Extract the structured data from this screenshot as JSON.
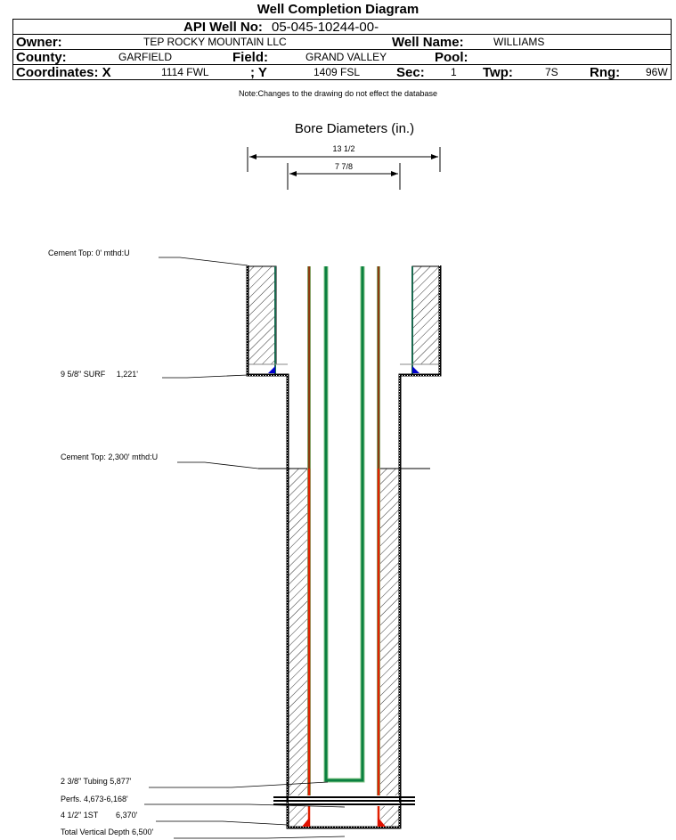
{
  "title": "Well Completion Diagram",
  "header": {
    "api_label": "API Well No:",
    "api_value": "05-045-10244-00-",
    "owner_label": "Owner:",
    "owner_value": "TEP ROCKY MOUNTAIN LLC",
    "well_name_label": "Well Name:",
    "well_name_value": "WILLIAMS",
    "county_label": "County:",
    "county_value": "GARFIELD",
    "field_label": "Field:",
    "field_value": "GRAND VALLEY",
    "pool_label": "Pool:",
    "pool_value": "",
    "coord_x_label": "Coordinates: X",
    "coord_x_value": "1114 FWL",
    "coord_y_label": "; Y",
    "coord_y_value": "1409 FSL",
    "sec_label": "Sec:",
    "sec_value": "1",
    "twp_label": "Twp:",
    "twp_value": "7S",
    "rng_label": "Rng:",
    "rng_value": "96W"
  },
  "note": "Note:Changes to the drawing do not effect the database",
  "diagram": {
    "bore_title": "Bore Diameters (in.)",
    "bore_diameters": [
      "13 1/2",
      "7 7/8"
    ],
    "labels": {
      "cement_top_1": "Cement Top: 0' mthd:U",
      "surface_casing": "9 5/8\" SURF     1,221'",
      "cement_top_2": "Cement Top: 2,300' mthd:U",
      "tubing": "2 3/8\" Tubing 5,877'",
      "perfs": "Perfs. 4,673-6,168'",
      "production_casing": "4 1/2\" 1ST        6,370'",
      "tvd": "Total Vertical Depth 6,500'"
    },
    "colors": {
      "casing_outer": "#8B3A0F",
      "casing_inner": "#E02000",
      "tubing": "#0A8040",
      "surface_casing": "#1A6A50",
      "shoe_surface": "#0000CC",
      "shoe_production": "#E01000"
    }
  }
}
